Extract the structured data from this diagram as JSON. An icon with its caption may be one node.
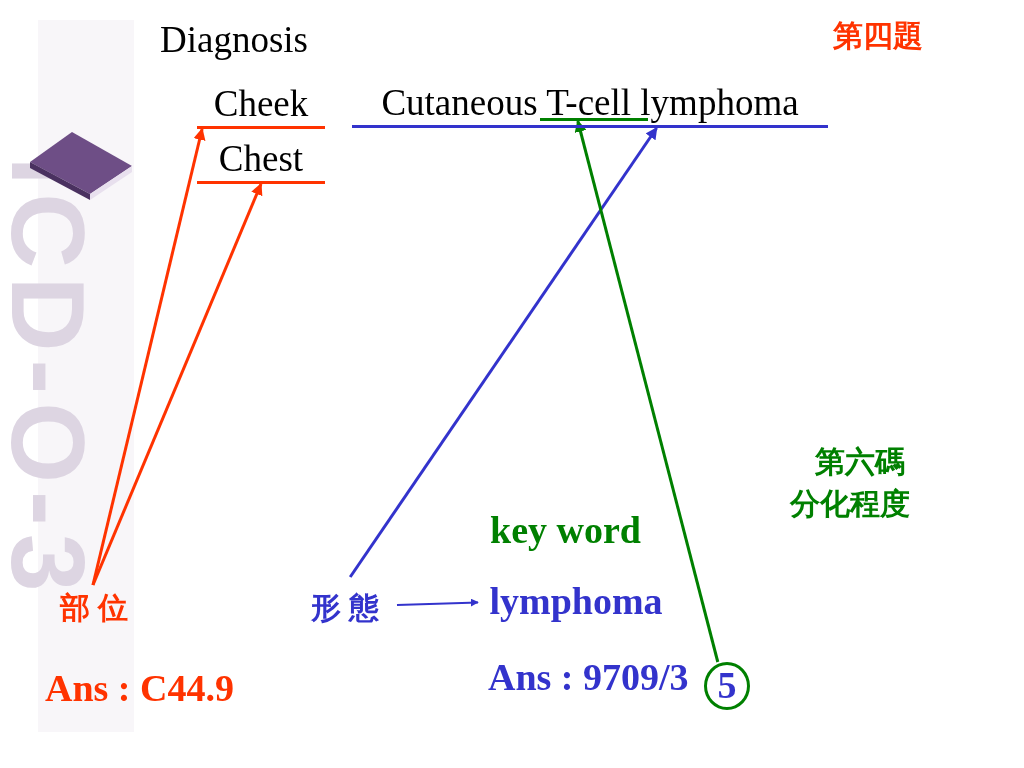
{
  "diagram": {
    "title": "第四題",
    "nodes": [
      {
        "text": [
          "部 位"
        ]
      },
      {
        "text": [
          "Cheek"
        ]
      },
      {
        "text": [
          "Chest"
        ]
      },
      {
        "text": [
          "Cutaneous T-cell lymphoma"
        ]
      },
      {
        "text": [
          "形 態"
        ]
      },
      {
        "text": [
          "lymphoma"
        ]
      },
      {
        "text": [],
        "shape": "bar",
        "in": 3
      },
      {
        "text": [
          "5"
        ]
      }
    ],
    "edges": [
      {
        "from": 0,
        "to": 1,
        "arrow": "to",
        "color": "#ff3300"
      },
      {
        "from": 0,
        "to": 2,
        "arrow": "to",
        "color": "#ff3300"
      },
      {
        "from": 4,
        "to": 3,
        "arrow": "to",
        "color": "#3333cc"
      },
      {
        "from": 4,
        "to": 5,
        "arrow": "to",
        "color": "#3333cc"
      },
      {
        "from": 7,
        "to": 6,
        "arrow": "to",
        "color": "#008000"
      }
    ],
    "labels": [
      "ICD-O-3",
      "Diagnosis",
      "第六碼",
      "分化程度",
      "key word",
      "Ans : C44.9",
      "Ans : 9709/3"
    ]
  }
}
